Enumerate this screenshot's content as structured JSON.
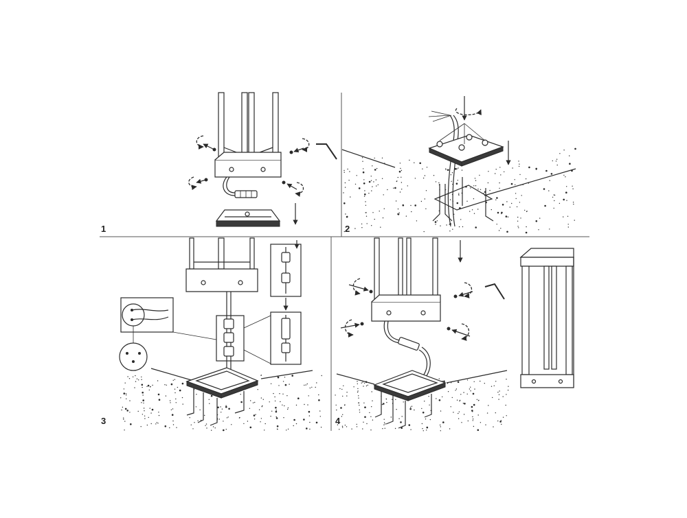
{
  "steps": [
    {
      "label": "1"
    },
    {
      "label": "2"
    },
    {
      "label": "3"
    },
    {
      "label": "4"
    }
  ],
  "icons": [
    "screw-icon",
    "rotate-arrow-icon",
    "allen-key-icon",
    "down-arrow-icon",
    "cable-connector-icon",
    "wiring-detail-icon"
  ],
  "colors": {
    "line": "#2a2a2a",
    "fill_grey": "#9a9a9a",
    "background": "#ffffff"
  }
}
